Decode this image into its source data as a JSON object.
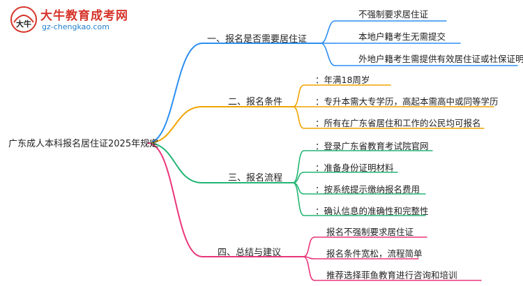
{
  "logo": {
    "title": "大牛教育成考网",
    "url": "gz-chengkao.com",
    "mark_glyph": "大牛"
  },
  "root": "广东成人本科报名居住证2025年规定",
  "branches": [
    {
      "label": "一、报名是否需要居住证",
      "color": "#2b8ef0",
      "leaves": [
        "不强制要求居住证",
        "本地户籍考生无需提交",
        "外地户籍考生需提供有效居住证或社保证明"
      ]
    },
    {
      "label": "二、报名条件",
      "color": "#f0a400",
      "leaves": [
        "：年满18周岁",
        "：专升本需大专学历，高起本需高中或同等学历",
        "：所有在广东省居住和工作的公民均可报名"
      ]
    },
    {
      "label": "三、报名流程",
      "color": "#22b573",
      "leaves": [
        "：登录广东省教育考试院官网",
        "：准备身份证明材料",
        "：按系统提示缴纳报名费用",
        "：确认信息的准确性和完整性"
      ]
    },
    {
      "label": "四、总结与建议",
      "color": "#e9357a",
      "leaves": [
        "报名不强制要求居住证",
        "报名条件宽松，流程简单",
        "推荐选择菲鱼教育进行咨询和培训"
      ]
    }
  ]
}
